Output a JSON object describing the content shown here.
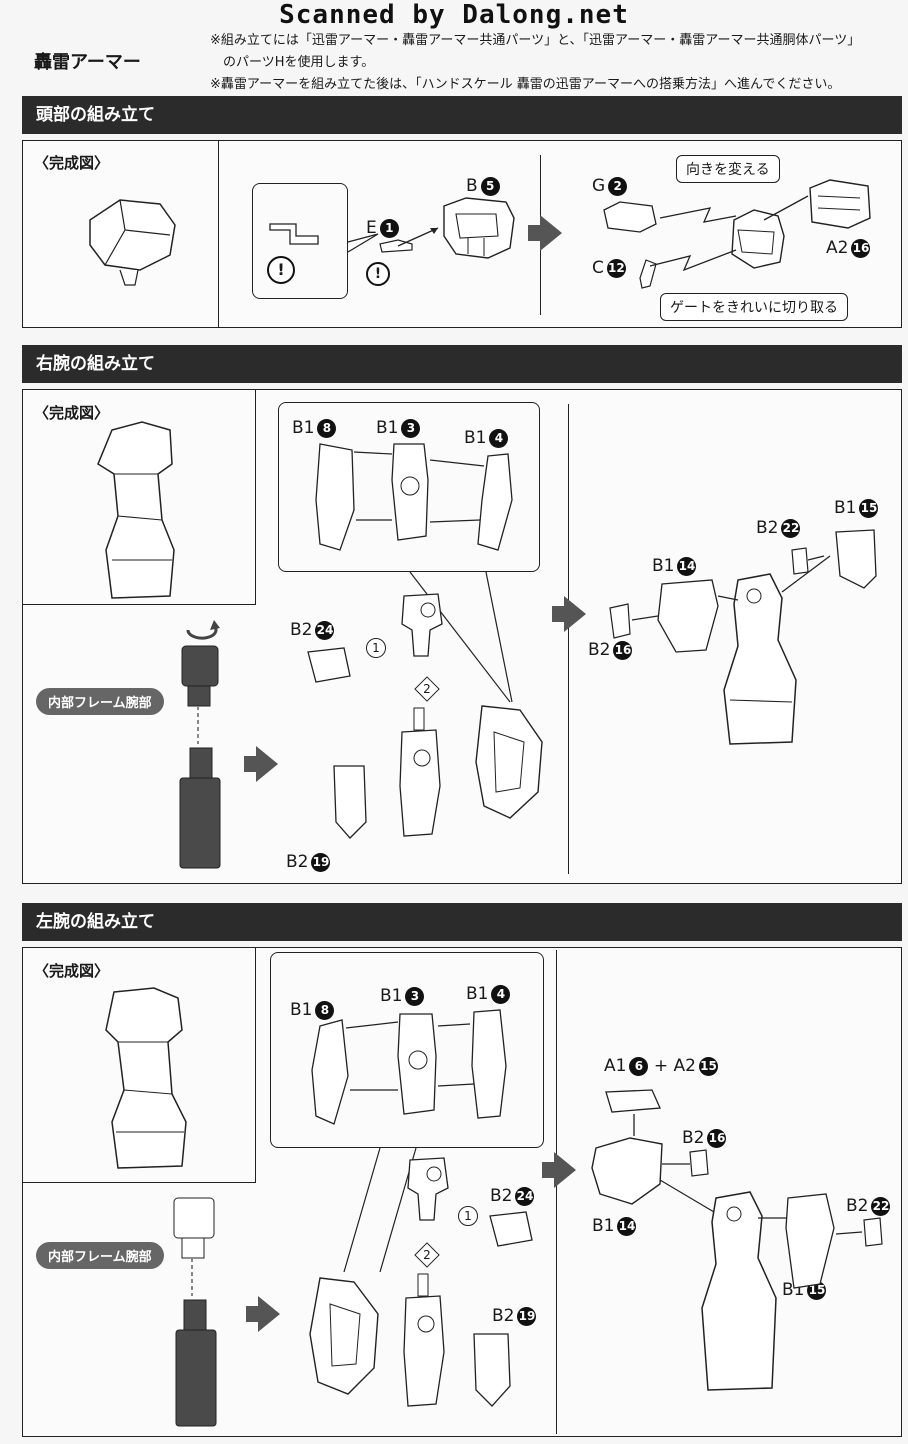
{
  "watermark": "Scanned by Dalong.net",
  "header": {
    "title": "轟雷アーマー",
    "notes": [
      "※組み立てには「迅雷アーマー・轟雷アーマー共通パーツ」と、「迅雷アーマー・轟雷アーマー共通胴体パーツ」",
      "　のパーツHを使用します。",
      "※轟雷アーマーを組み立てた後は、「ハンドスケール 轟雷の迅雷アーマーへの搭乗方法」へ進んでください。"
    ]
  },
  "sections": {
    "head": {
      "title": "頭部の組み立て",
      "complete": "〈完成図〉",
      "parts": {
        "e": {
          "code": "E",
          "num": "1"
        },
        "b": {
          "code": "B",
          "num": "5"
        },
        "g": {
          "code": "G",
          "num": "2"
        },
        "c": {
          "code": "C",
          "num": "12"
        },
        "a2": {
          "code": "A2",
          "num": "16"
        }
      },
      "callout_turn": "向きを変える",
      "callout_gate": "ゲートをきれいに切り取る",
      "caution": "!"
    },
    "right_arm": {
      "title": "右腕の組み立て",
      "complete": "〈完成図〉",
      "frame_label": "内部フレーム腕部",
      "parts": {
        "b1_8": {
          "code": "B1",
          "num": "8"
        },
        "b1_3": {
          "code": "B1",
          "num": "3"
        },
        "b1_4": {
          "code": "B1",
          "num": "4"
        },
        "b2_24": {
          "code": "B2",
          "num": "24"
        },
        "b2_19": {
          "code": "B2",
          "num": "19"
        },
        "b2_22": {
          "code": "B2",
          "num": "22"
        },
        "b1_15": {
          "code": "B1",
          "num": "15"
        },
        "b1_14": {
          "code": "B1",
          "num": "14"
        },
        "b2_16": {
          "code": "B2",
          "num": "16"
        }
      },
      "steps": [
        "1",
        "2"
      ]
    },
    "left_arm": {
      "title": "左腕の組み立て",
      "complete": "〈完成図〉",
      "frame_label": "内部フレーム腕部",
      "parts": {
        "b1_8": {
          "code": "B1",
          "num": "8"
        },
        "b1_3": {
          "code": "B1",
          "num": "3"
        },
        "b1_4": {
          "code": "B1",
          "num": "4"
        },
        "b2_24": {
          "code": "B2",
          "num": "24"
        },
        "b2_19": {
          "code": "B2",
          "num": "19"
        },
        "a1": {
          "code": "A1",
          "num": "6"
        },
        "plus": "+",
        "a2": {
          "code": "A2",
          "num": "15"
        },
        "b2_16": {
          "code": "B2",
          "num": "16"
        },
        "b1_14": {
          "code": "B1",
          "num": "14"
        },
        "b2_22": {
          "code": "B2",
          "num": "22"
        },
        "b1_15": {
          "code": "B1",
          "num": "15"
        }
      },
      "steps": [
        "1",
        "2"
      ]
    }
  },
  "colors": {
    "bar": "#2b2b2b",
    "pill": "#666666",
    "arrow": "#555555",
    "frame_part": "#4a4a4a"
  }
}
